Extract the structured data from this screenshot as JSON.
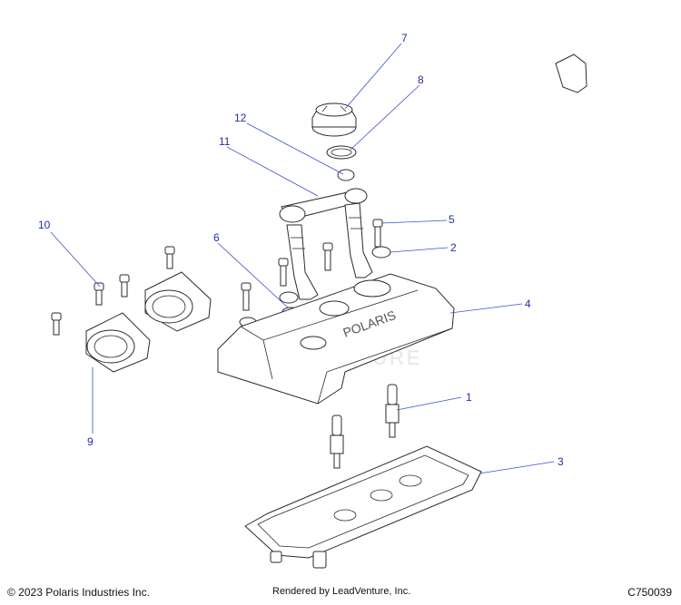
{
  "callouts": [
    {
      "label": "1",
      "part": "spark-plug"
    },
    {
      "label": "2",
      "part": "washer"
    },
    {
      "label": "3",
      "part": "valve-cover-gasket"
    },
    {
      "label": "4",
      "part": "valve-cover"
    },
    {
      "label": "5",
      "part": "bolt"
    },
    {
      "label": "6",
      "part": "grommet"
    },
    {
      "label": "7",
      "part": "oil-fill-cap"
    },
    {
      "label": "8",
      "part": "o-ring"
    },
    {
      "label": "9",
      "part": "intake-boot"
    },
    {
      "label": "10",
      "part": "bolt"
    },
    {
      "label": "11",
      "part": "ignition-coil"
    },
    {
      "label": "12",
      "part": "fuel-line"
    }
  ],
  "watermark": "LEADVENTURE",
  "footer": {
    "copyright": "© 2023 Polaris Industries Inc.",
    "rendered_by": "Rendered by LeadVenture, Inc.",
    "diagram_code": "C750039"
  }
}
